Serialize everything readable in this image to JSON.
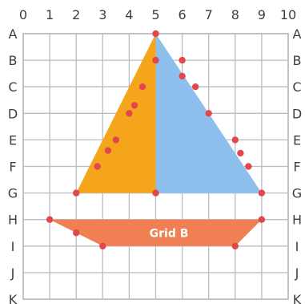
{
  "x_labels": [
    "0",
    "1",
    "2",
    "3",
    "4",
    "5",
    "6",
    "7",
    "8",
    "9",
    "10"
  ],
  "y_labels": [
    "A",
    "B",
    "C",
    "D",
    "E",
    "F",
    "G",
    "H",
    "I",
    "J",
    "K"
  ],
  "grid_label": "Grid B",
  "colors": {
    "left_sail": "#f5a51c",
    "right_sail": "#8ec0ee",
    "hull": "#f07f54",
    "vertex": "#e2474b",
    "grid_line": "#b8bcc4",
    "axis_text": "#3a3f48"
  },
  "shapes": {
    "left_sail": [
      [
        5,
        0
      ],
      [
        5,
        6
      ],
      [
        2,
        6
      ]
    ],
    "right_sail": [
      [
        5,
        0
      ],
      [
        9,
        6
      ],
      [
        5,
        6
      ]
    ],
    "hull": [
      [
        1,
        7
      ],
      [
        9,
        7
      ],
      [
        8,
        8
      ],
      [
        3,
        8
      ]
    ]
  },
  "vertices": [
    [
      5,
      0
    ],
    [
      5,
      1
    ],
    [
      6,
      1
    ],
    [
      6,
      1.6
    ],
    [
      6.5,
      2
    ],
    [
      4.5,
      2
    ],
    [
      4.2,
      2.7
    ],
    [
      4,
      3
    ],
    [
      7,
      3
    ],
    [
      3.5,
      4
    ],
    [
      3.2,
      4.4
    ],
    [
      8,
      4
    ],
    [
      8.2,
      4.5
    ],
    [
      2.8,
      5
    ],
    [
      8.5,
      5
    ],
    [
      2,
      6
    ],
    [
      5,
      6
    ],
    [
      9,
      6
    ],
    [
      1,
      7
    ],
    [
      9,
      7
    ],
    [
      2,
      7.5
    ],
    [
      3,
      8
    ],
    [
      8,
      8
    ]
  ]
}
